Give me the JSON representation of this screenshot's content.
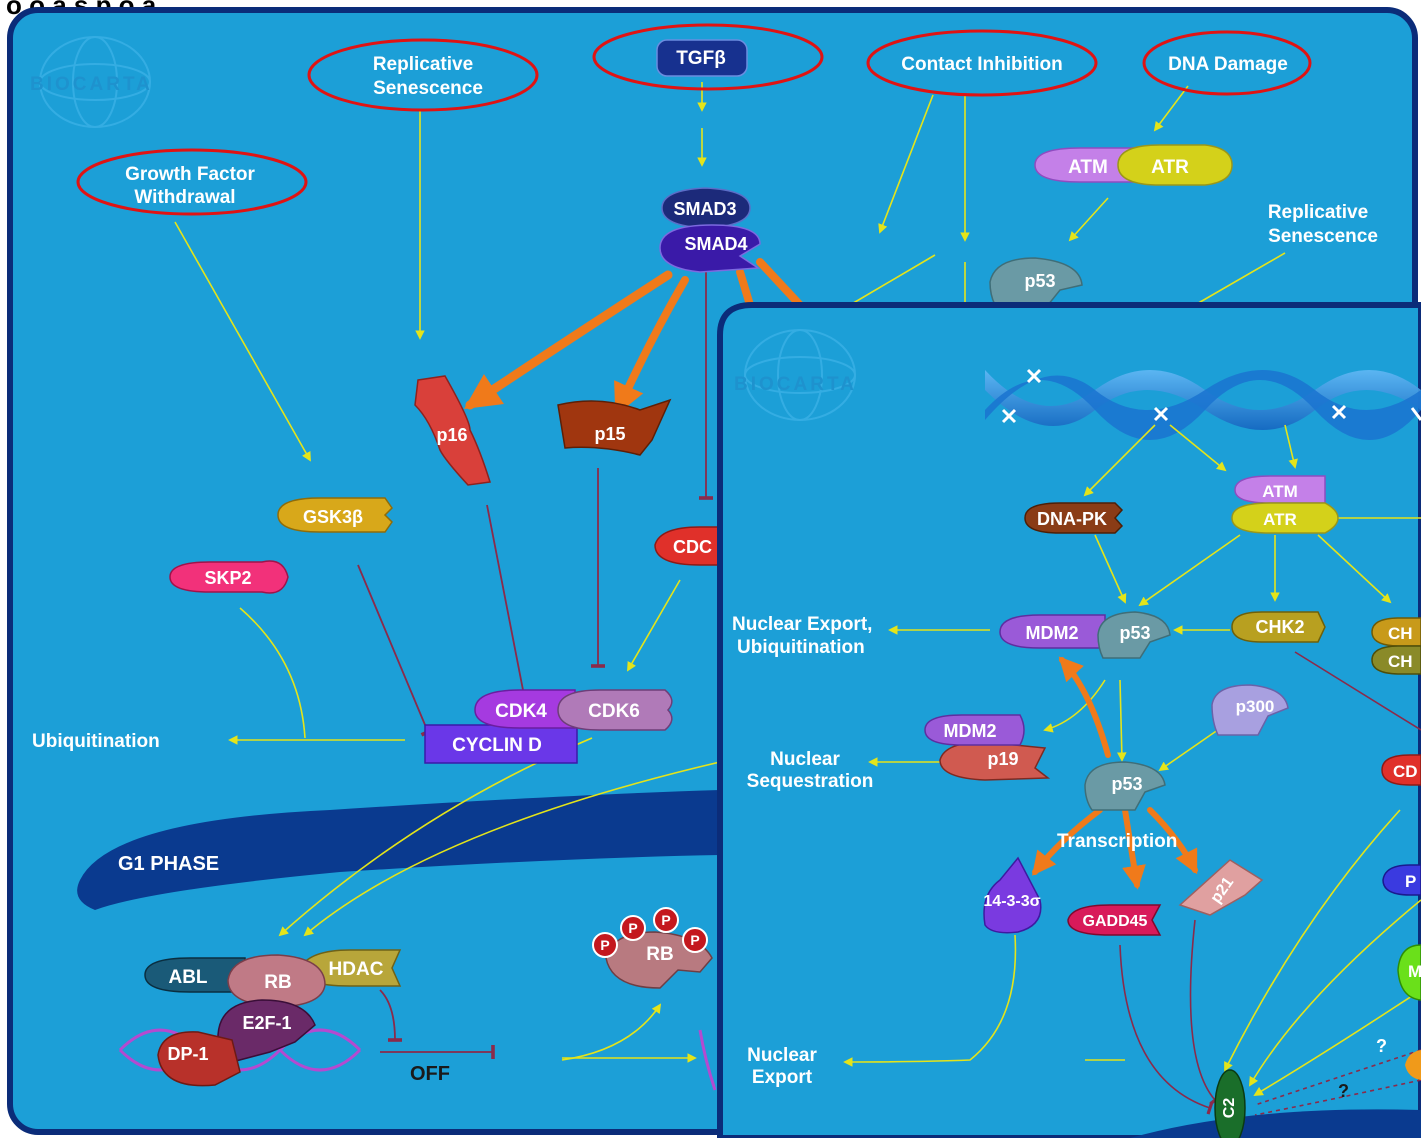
{
  "header": {
    "fragment": "o  o  a  s  p  o  a"
  },
  "brand": {
    "name": "BIOCARTA"
  },
  "main_panel": {
    "circled_inputs": {
      "replicative_senescence": [
        "Replicative",
        "Senescence"
      ],
      "tgfb": "TGFβ",
      "contact_inhibition": "Contact Inhibition",
      "dna_damage": "DNA Damage",
      "growth_factor": [
        "Growth Factor",
        "Withdrawal"
      ]
    },
    "labels": {
      "replicative_senescence_2": [
        "Replicative",
        "Senescence"
      ],
      "ubiquitination": "Ubiquitination",
      "g1_phase": "G1 PHASE",
      "off": "OFF"
    },
    "molecules": {
      "smad3": "SMAD3",
      "smad4": "SMAD4",
      "atm": "ATM",
      "atr": "ATR",
      "p53": "p53",
      "p16": "p16",
      "p15": "p15",
      "cdc_partial": "CDC",
      "gsk3b": "GSK3β",
      "skp2": "SKP2",
      "cdk4": "CDK4",
      "cdk6": "CDK6",
      "cyclin_d": "CYCLIN D",
      "abl": "ABL",
      "rb": "RB",
      "hdac": "HDAC",
      "e2f1": "E2F-1",
      "dp1": "DP-1",
      "p_label": "P",
      "rb_phospho": "RB"
    }
  },
  "inset_panel": {
    "labels": {
      "nuclear_export_ubiq": [
        "Nuclear Export,",
        "Ubiquitination"
      ],
      "nuclear_sequestration": [
        "Nuclear",
        "Sequestration"
      ],
      "transcription": "Transcription",
      "nuclear_export": [
        "Nuclear",
        "Export"
      ],
      "question": "?"
    },
    "molecules": {
      "dna_pk": "DNA-PK",
      "atm": "ATM",
      "atr": "ATR",
      "mdm2": "MDM2",
      "p53_top": "p53",
      "chk2": "CHK2",
      "ch_partial_1": "CH",
      "ch_partial_2": "CH",
      "p300": "p300",
      "mdm2_b": "MDM2",
      "p19": "p19",
      "p53_mid": "p53",
      "cd_partial": "CD",
      "p_partial": "P",
      "m_partial": "M",
      "s1433": "14-3-3σ",
      "gadd45": "GADD45",
      "p21": "p21",
      "cdc2_partial": "C2"
    }
  },
  "colors": {
    "panel_bg": "#1c9fd7",
    "panel_border": "#0b2c79",
    "arrow": "#e4e41a",
    "inhibit": "#8b2a4a",
    "orange": "#f07a1a",
    "ellipse": "#e01313",
    "g1_band": "#0a3a8f"
  }
}
